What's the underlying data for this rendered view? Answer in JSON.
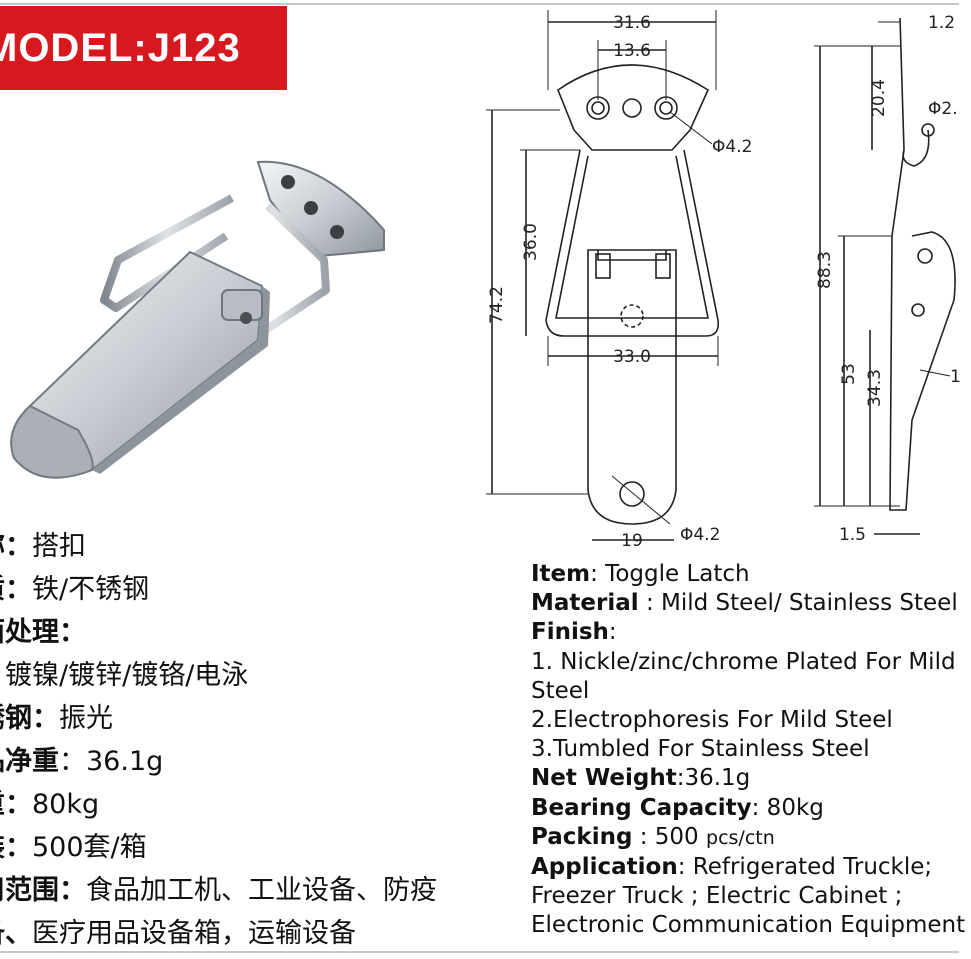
{
  "banner": {
    "model": "MODEL:J123"
  },
  "drawing": {
    "dims": {
      "top_width": "31.6",
      "hole_spacing": "13.6",
      "hole_dia_top": "Φ4.2",
      "loop_height": "36.0",
      "overall_height": "74.2",
      "loop_width": "33.0",
      "hole_dia_bottom": "Φ4.2",
      "bottom_width": "19",
      "thickness": "1.2",
      "hook_height": "20.4",
      "hook_dia": "Φ2.",
      "side_height": "88.3",
      "side_lower": "53",
      "side_inner": "34.3",
      "side_right": "1",
      "bottom_thickness": "1.5"
    }
  },
  "cn_specs": [
    {
      "label": "称：",
      "value": "搭扣"
    },
    {
      "label": "质：",
      "value": "铁/不锈钢"
    },
    {
      "label": "面处理：",
      "value": ""
    },
    {
      "label": "：",
      "value": "镀镍/镀锌/镀铬/电泳"
    },
    {
      "label": "锈钢：",
      "value": "振光"
    },
    {
      "label": "品净重",
      "value": "：36.1g"
    },
    {
      "label": "重：",
      "value": "80kg"
    },
    {
      "label": "装：",
      "value": "500套/箱"
    },
    {
      "label": "用范围：",
      "value": "食品加工机、工业设备、防疫"
    },
    {
      "label": "备、",
      "value": "医疗用品设备箱，运输设备"
    }
  ],
  "en_specs": [
    {
      "label": "Item",
      "value": ": Toggle Latch",
      "small": ""
    },
    {
      "label": "Material",
      "value": " : Mild Steel/ Stainless Steel",
      "small": ""
    },
    {
      "label": "Finish",
      "value": ":",
      "small": ""
    },
    {
      "label": "",
      "value": "1. Nickle/zinc/chrome Plated For Mild",
      "small": ""
    },
    {
      "label": "",
      "value": "Steel",
      "small": ""
    },
    {
      "label": "",
      "value": "2.Electrophoresis For Mild Steel",
      "small": ""
    },
    {
      "label": "",
      "value": "3.Tumbled For Stainless Steel",
      "small": ""
    },
    {
      "label": "Net Weight",
      "value": ":36.1g",
      "small": ""
    },
    {
      "label": "Bearing Capacity",
      "value": ": 80kg",
      "small": ""
    },
    {
      "label": "Packing",
      "value": " : 500 ",
      "small": "pcs/ctn"
    },
    {
      "label": "Application",
      "value": ": Refrigerated Truckle;",
      "small": ""
    },
    {
      "label": "",
      "value": "Freezer Truck ; Electric Cabinet ;",
      "small": ""
    },
    {
      "label": "",
      "value": "Electronic Communication Equipment",
      "small": ""
    }
  ]
}
